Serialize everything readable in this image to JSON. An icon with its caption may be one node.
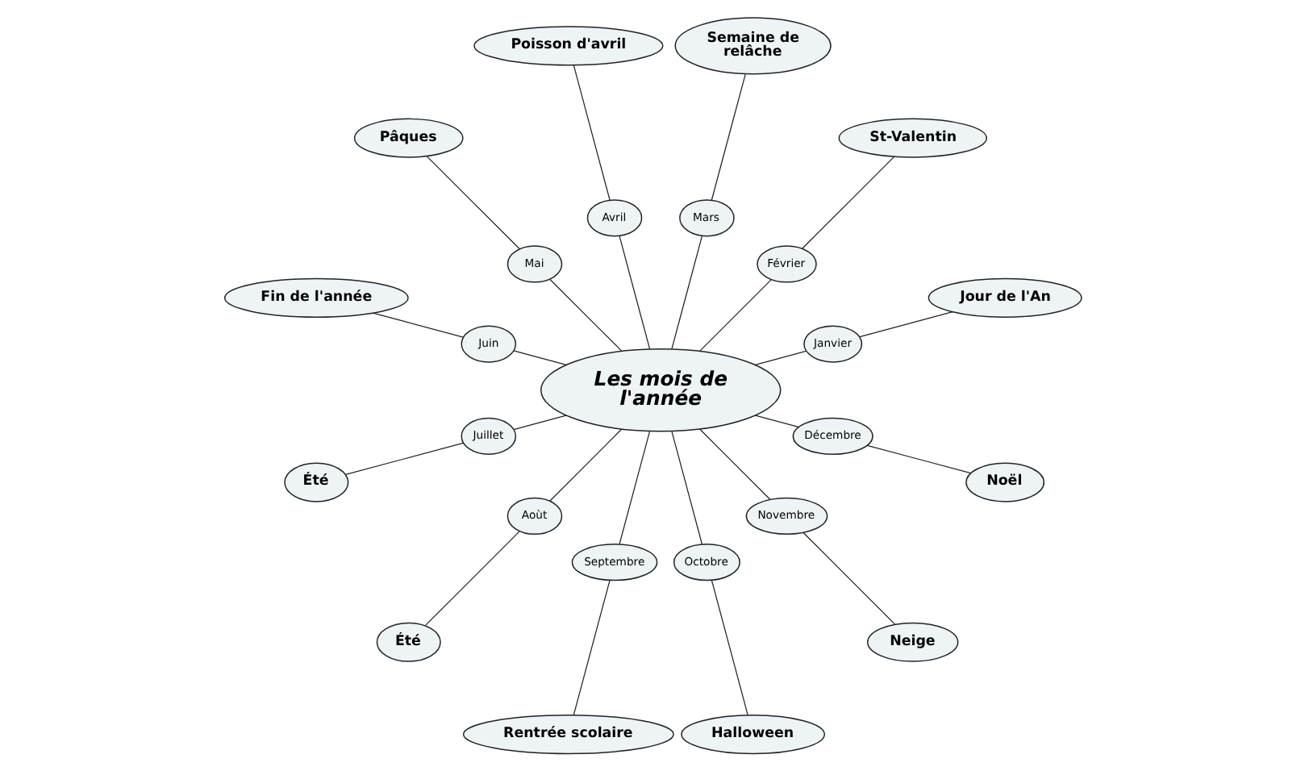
{
  "diagram": {
    "nodes": [
      {
        "text": [
          "Les mois de l'année"
        ]
      },
      {
        "text": [
          "Janvier"
        ]
      },
      {
        "text": [
          "Jour de l'An"
        ]
      },
      {
        "text": [
          "Février"
        ]
      },
      {
        "text": [
          "St-Valentin"
        ]
      },
      {
        "text": [
          "Mars"
        ]
      },
      {
        "text": [
          "Semaine de relâche"
        ]
      },
      {
        "text": [
          "Avril"
        ]
      },
      {
        "text": [
          "Poisson d'avril"
        ]
      },
      {
        "text": [
          "Mai"
        ]
      },
      {
        "text": [
          "Pâques"
        ]
      },
      {
        "text": [
          "Juin"
        ]
      },
      {
        "text": [
          "Fin de l'année"
        ]
      },
      {
        "text": [
          "Juillet"
        ]
      },
      {
        "text": [
          "Été"
        ]
      },
      {
        "text": [
          "Aoùt"
        ]
      },
      {
        "text": [
          "Été"
        ]
      },
      {
        "text": [
          "Septembre"
        ]
      },
      {
        "text": [
          "Rentrée scolaire"
        ]
      },
      {
        "text": [
          "Octobre"
        ]
      },
      {
        "text": [
          "Halloween"
        ]
      },
      {
        "text": [
          "Novembre"
        ]
      },
      {
        "text": [
          "Neige"
        ]
      },
      {
        "text": [
          "Décembre"
        ]
      },
      {
        "text": [
          "Noël"
        ]
      }
    ],
    "edges": [
      {
        "from": 0,
        "to": 1,
        "arrow": "none"
      },
      {
        "from": 1,
        "to": 2,
        "arrow": "none"
      },
      {
        "from": 0,
        "to": 3,
        "arrow": "none"
      },
      {
        "from": 3,
        "to": 4,
        "arrow": "none"
      },
      {
        "from": 0,
        "to": 5,
        "arrow": "none"
      },
      {
        "from": 5,
        "to": 6,
        "arrow": "none"
      },
      {
        "from": 0,
        "to": 7,
        "arrow": "none"
      },
      {
        "from": 7,
        "to": 8,
        "arrow": "none"
      },
      {
        "from": 0,
        "to": 9,
        "arrow": "none"
      },
      {
        "from": 9,
        "to": 10,
        "arrow": "none"
      },
      {
        "from": 0,
        "to": 11,
        "arrow": "none"
      },
      {
        "from": 11,
        "to": 12,
        "arrow": "none"
      },
      {
        "from": 0,
        "to": 13,
        "arrow": "none"
      },
      {
        "from": 13,
        "to": 14,
        "arrow": "none"
      },
      {
        "from": 0,
        "to": 15,
        "arrow": "none"
      },
      {
        "from": 15,
        "to": 16,
        "arrow": "none"
      },
      {
        "from": 0,
        "to": 17,
        "arrow": "none"
      },
      {
        "from": 17,
        "to": 18,
        "arrow": "none"
      },
      {
        "from": 0,
        "to": 19,
        "arrow": "none"
      },
      {
        "from": 19,
        "to": 20,
        "arrow": "none"
      },
      {
        "from": 0,
        "to": 21,
        "arrow": "none"
      },
      {
        "from": 21,
        "to": 22,
        "arrow": "none"
      },
      {
        "from": 0,
        "to": 23,
        "arrow": "none"
      },
      {
        "from": 23,
        "to": 24,
        "arrow": "none"
      }
    ]
  }
}
